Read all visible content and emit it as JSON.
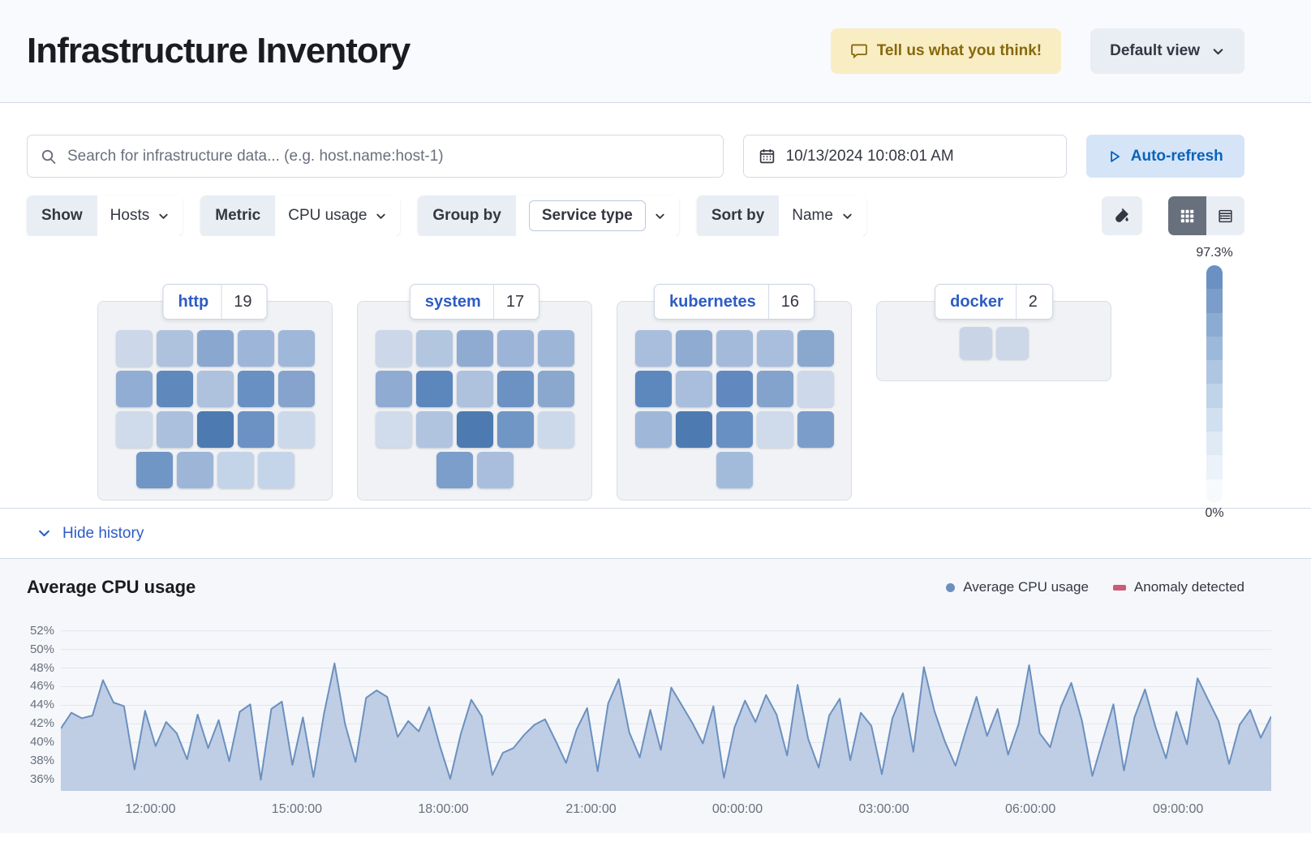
{
  "header": {
    "title": "Infrastructure Inventory",
    "feedback_label": "Tell us what you think!",
    "view_selector": "Default view"
  },
  "toolbar": {
    "search_placeholder": "Search for infrastructure data... (e.g. host.name:host-1)",
    "datetime": "10/13/2024 10:08:01 AM",
    "auto_refresh_label": "Auto-refresh"
  },
  "filters": {
    "show_label": "Show",
    "show_value": "Hosts",
    "metric_label": "Metric",
    "metric_value": "CPU usage",
    "group_by_label": "Group by",
    "group_by_value": "Service type",
    "sort_by_label": "Sort by",
    "sort_by_value": "Name"
  },
  "legend": {
    "max": "97.3%",
    "min": "0%",
    "colors": [
      "#6a91c1",
      "#7b9dc9",
      "#8cabd2",
      "#9db9da",
      "#aec6e2",
      "#bfd3e9",
      "#d0e0f0",
      "#dfeaf5",
      "#ecf2f9",
      "#f7fafc"
    ]
  },
  "groups": [
    {
      "name": "http",
      "count": "19",
      "small": false,
      "rows": [
        [
          "#ccd8e9",
          "#aec2de",
          "#8aa8cf",
          "#9db5d8",
          "#9fb7d9"
        ],
        [
          "#92add3",
          "#5f89bd",
          "#aec2de",
          "#6990c2",
          "#85a3cc"
        ],
        [
          "#cfdaea",
          "#abc0dd",
          "#4d7ab0",
          "#6b92c3",
          "#ccd9ea"
        ],
        [
          "#7096c5",
          "#9db6d7",
          "#c4d4e8",
          "#c5d5e9"
        ]
      ]
    },
    {
      "name": "system",
      "count": "17",
      "small": false,
      "rows": [
        [
          "#ccd8e9",
          "#b3c6e0",
          "#8fabd1",
          "#9cb4d7",
          "#9db6d8"
        ],
        [
          "#8fabd2",
          "#5c87bc",
          "#aec2de",
          "#6b92c3",
          "#8aa7ce"
        ],
        [
          "#d0dbeb",
          "#b0c4df",
          "#4d7ab0",
          "#7096c5",
          "#ccd9ea"
        ],
        [
          "#7b9fca",
          "#a9bedc"
        ]
      ]
    },
    {
      "name": "kubernetes",
      "count": "16",
      "small": false,
      "rows": [
        [
          "#a9bedc",
          "#8fabd1",
          "#a3badb",
          "#a9bedc",
          "#8aa7ce"
        ],
        [
          "#5d88bd",
          "#a9bedc",
          "#6289bf",
          "#84a3cc",
          "#cdd9ea"
        ],
        [
          "#9fb7d9",
          "#4d7ab0",
          "#6990c2",
          "#cfdbeb",
          "#7b9dc9"
        ],
        [
          "#a3bbdb"
        ]
      ]
    },
    {
      "name": "docker",
      "count": "2",
      "small": true,
      "rows": [
        [
          "#c9d5e7",
          "#ccd7e8"
        ]
      ]
    }
  ],
  "history": {
    "toggle_label": "Hide history"
  },
  "colors": {
    "primary_blue": "#2e5cc5",
    "line_blue": "#6b90bf",
    "fill_blue": "#b5c7e0",
    "anomaly_rose": "#cc5b78"
  },
  "chart_data": {
    "type": "area",
    "title": "Average CPU usage",
    "legend": [
      {
        "label": "Average CPU usage",
        "color": "#6b90bf",
        "marker": "dot"
      },
      {
        "label": "Anomaly detected",
        "color": "#cc5b78",
        "marker": "dash"
      }
    ],
    "yticks": [
      36,
      38,
      40,
      42,
      44,
      46,
      48,
      50,
      52
    ],
    "ytick_suffix": "%",
    "ylim": [
      34.8,
      53.8
    ],
    "grid": true,
    "legend_position": "top-right",
    "xticks": [
      "12:00:00",
      "15:00:00",
      "18:00:00",
      "21:00:00",
      "00:00:00",
      "03:00:00",
      "06:00:00",
      "09:00:00"
    ],
    "xtick_fracs": [
      0.074,
      0.195,
      0.316,
      0.438,
      0.559,
      0.68,
      0.801,
      0.923
    ],
    "line_color": "#6b90bf",
    "fill_color": "#b5c7e0",
    "values": [
      41.5,
      43.2,
      42.6,
      42.9,
      46.7,
      44.3,
      43.9,
      37.1,
      43.4,
      39.6,
      42.2,
      41.0,
      38.2,
      43.0,
      39.4,
      42.4,
      38.0,
      43.3,
      44.1,
      36.0,
      43.6,
      44.4,
      37.6,
      42.7,
      36.3,
      43.1,
      48.5,
      42.0,
      37.9,
      44.8,
      45.6,
      44.9,
      40.6,
      42.3,
      41.2,
      43.8,
      39.7,
      36.1,
      40.9,
      44.6,
      42.8,
      36.5,
      38.9,
      39.4,
      40.8,
      41.9,
      42.5,
      40.2,
      37.8,
      41.4,
      43.7,
      36.9,
      44.2,
      46.8,
      41.1,
      38.4,
      43.5,
      39.2,
      45.9,
      44.0,
      42.1,
      39.9,
      43.9,
      36.2,
      41.6,
      44.5,
      42.2,
      45.1,
      43.0,
      38.6,
      46.2,
      40.4,
      37.3,
      42.9,
      44.7,
      38.1,
      43.2,
      41.8,
      36.6,
      42.6,
      45.3,
      39.0,
      48.1,
      43.4,
      40.1,
      37.5,
      41.3,
      44.9,
      40.7,
      43.6,
      38.7,
      42.0,
      48.3,
      41.0,
      39.5,
      43.8,
      46.4,
      42.4,
      36.4,
      40.3,
      44.1,
      37.0,
      42.7,
      45.7,
      41.7,
      38.3,
      43.3,
      39.8,
      46.9,
      44.6,
      42.3,
      37.7,
      41.9,
      43.5,
      40.5,
      42.8
    ]
  }
}
